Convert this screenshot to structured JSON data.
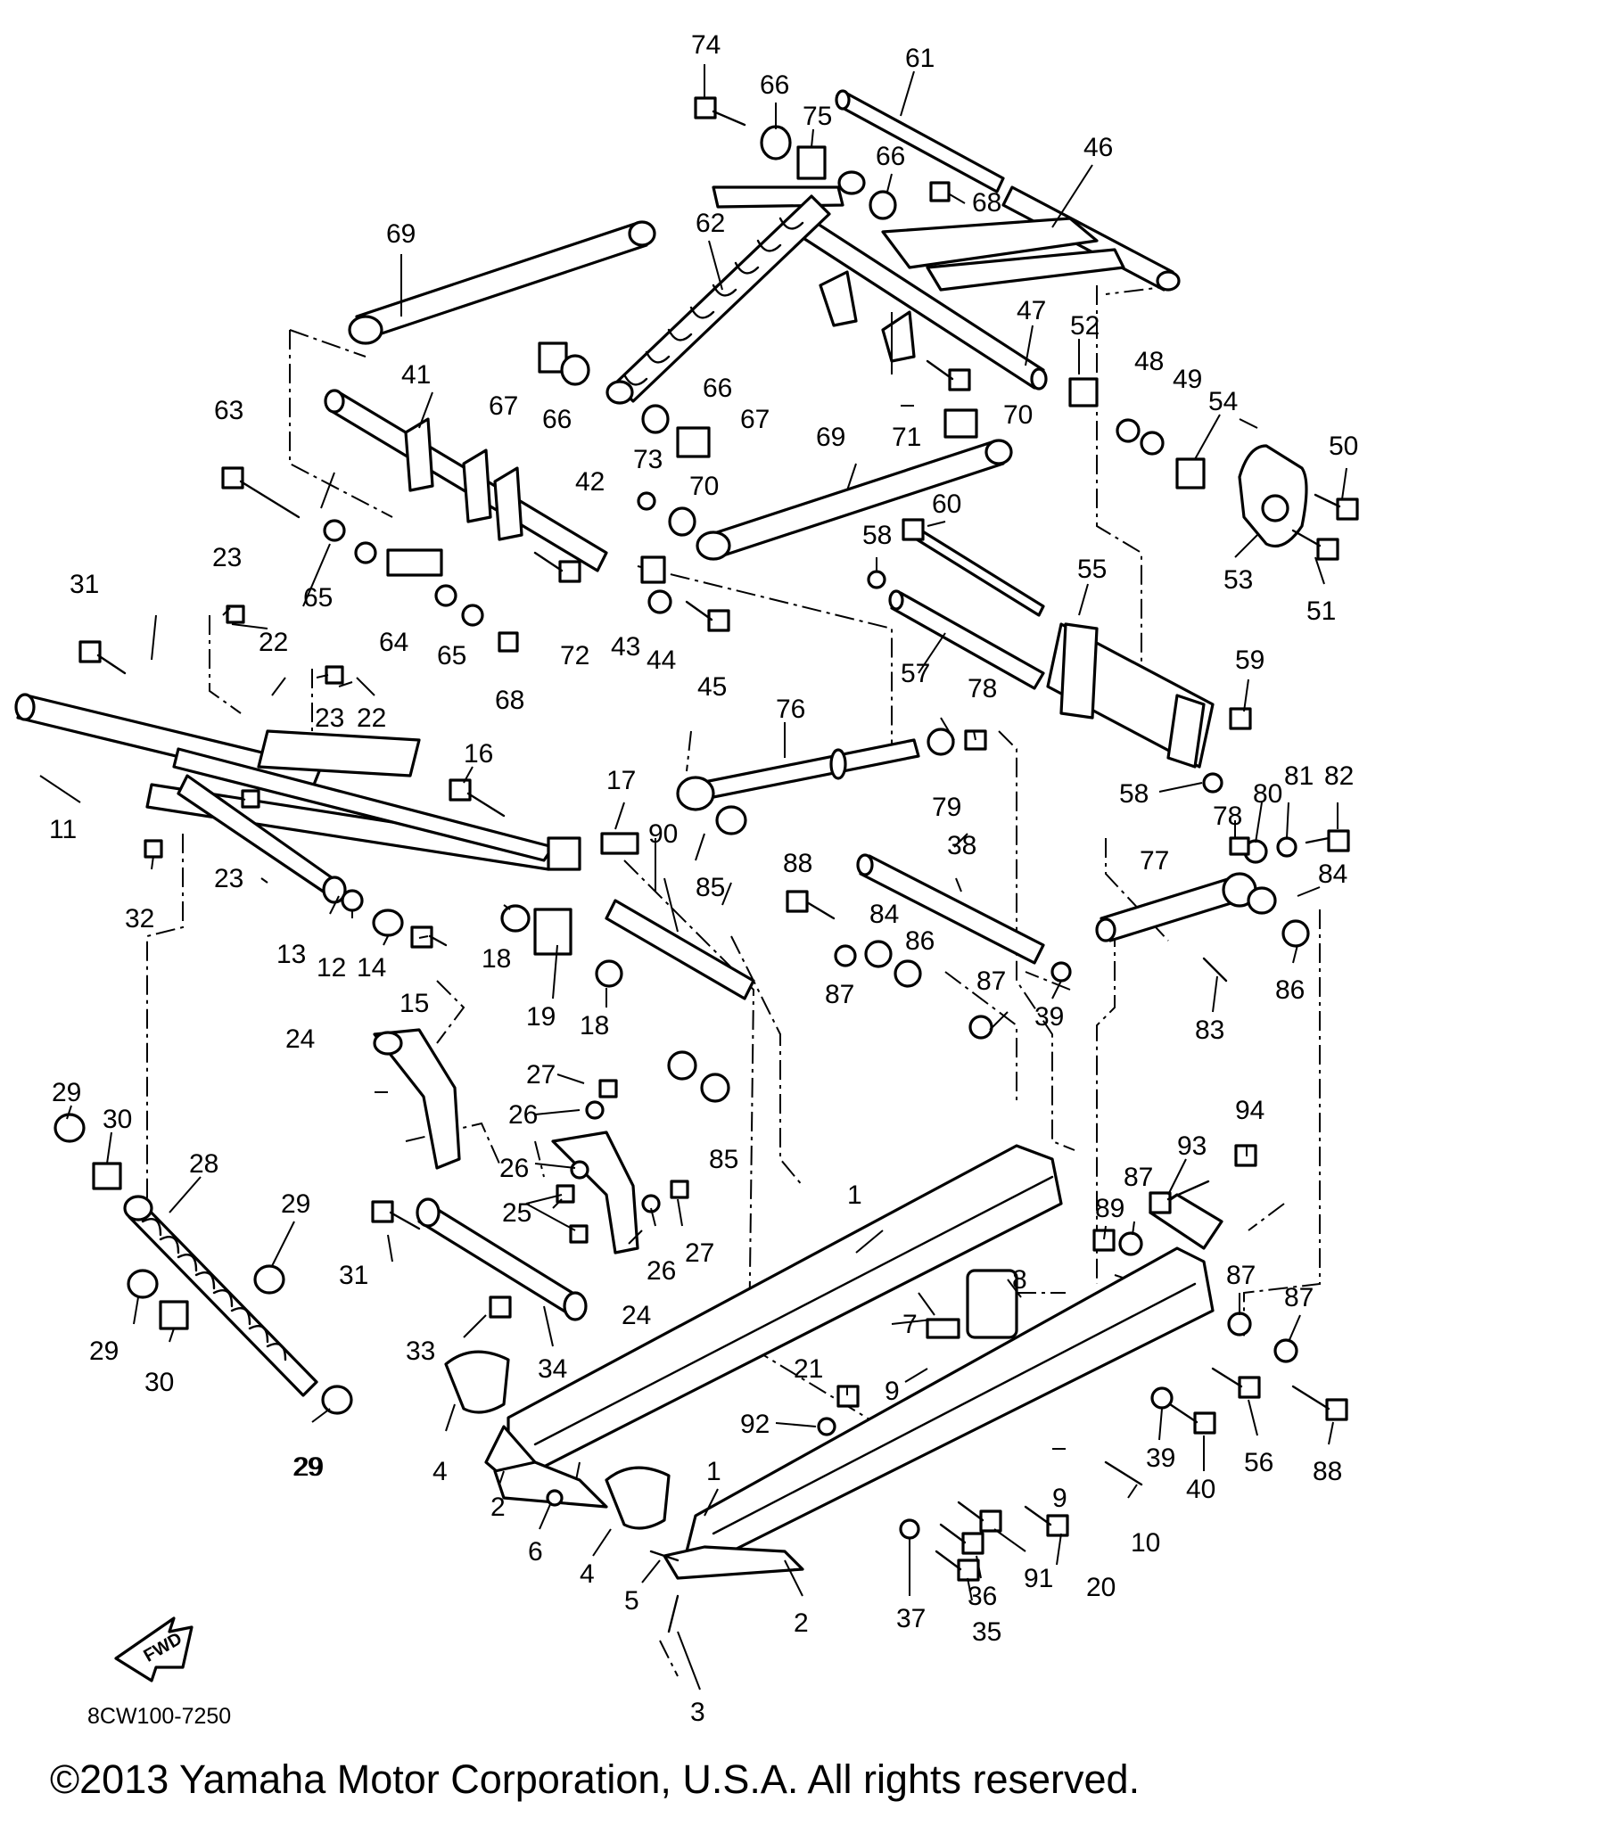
{
  "diagram": {
    "callouts": [
      "1",
      "2",
      "3",
      "4",
      "5",
      "6",
      "7",
      "8",
      "9",
      "10",
      "11",
      "12",
      "13",
      "14",
      "15",
      "16",
      "17",
      "18",
      "19",
      "20",
      "21",
      "22",
      "23",
      "24",
      "25",
      "26",
      "27",
      "28",
      "29",
      "30",
      "31",
      "32",
      "33",
      "34",
      "35",
      "36",
      "37",
      "38",
      "39",
      "40",
      "41",
      "42",
      "43",
      "44",
      "45",
      "46",
      "47",
      "48",
      "49",
      "50",
      "51",
      "52",
      "53",
      "54",
      "55",
      "56",
      "57",
      "58",
      "59",
      "60",
      "61",
      "62",
      "63",
      "64",
      "65",
      "66",
      "67",
      "68",
      "69",
      "70",
      "71",
      "72",
      "73",
      "74",
      "75",
      "76",
      "77",
      "78",
      "79",
      "80",
      "81",
      "82",
      "83",
      "84",
      "85",
      "86",
      "87",
      "88",
      "89",
      "90",
      "91",
      "92",
      "93",
      "94"
    ],
    "fwd_label": "FWD",
    "drawing_code": "8CW100-7250"
  },
  "footer": {
    "copyright": "©2013 Yamaha Motor Corporation, U.S.A. All rights reserved."
  }
}
